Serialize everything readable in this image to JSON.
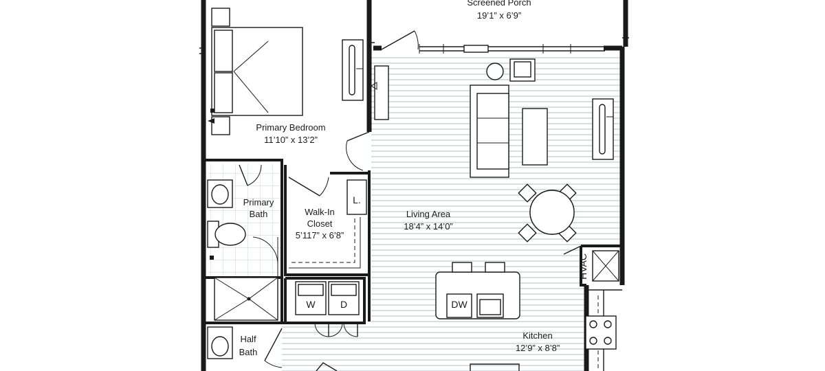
{
  "rooms": {
    "porch": {
      "name": "Screened Porch",
      "dims": "19’1” x 6’9”"
    },
    "primary_bedroom": {
      "name": "Primary Bedroom",
      "dims": "11’10” x 13’2”"
    },
    "primary_bath": {
      "line1": "Primary",
      "line2": "Bath"
    },
    "closet": {
      "line1": "Walk-In",
      "line2": "Closet",
      "dims": "5’117” x 6’8”"
    },
    "living": {
      "name": "Living Area",
      "dims": "18’4” x 14’0”"
    },
    "kitchen": {
      "name": "Kitchen",
      "dims": "12’9” x 8’8”"
    },
    "half_bath": {
      "line1": "Half",
      "line2": "Bath"
    }
  },
  "fixtures": {
    "linen": "L.",
    "washer": "W",
    "dryer": "D",
    "dishwasher": "DW",
    "hvac": "HVAC"
  },
  "colors": {
    "walls": "#1a1a1a",
    "floor_lines": "#a9c3c1",
    "tile_grid": "#b9c9c8",
    "background": "#ffffff"
  }
}
